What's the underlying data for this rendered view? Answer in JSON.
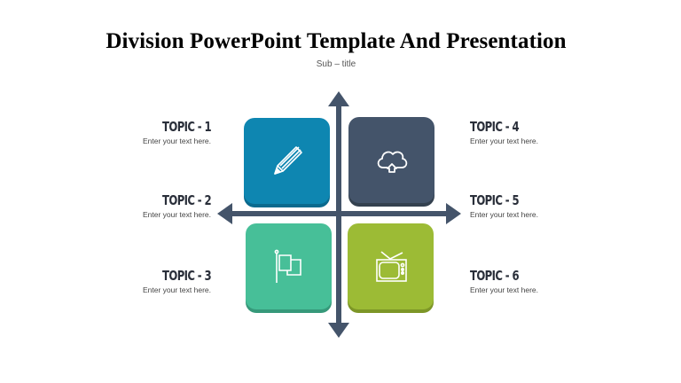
{
  "slide": {
    "title": "Division PowerPoint Template And Presentation",
    "subtitle": "Sub – title"
  },
  "colors": {
    "arrow": "#44546a",
    "box_blue": "#0e86b1",
    "box_dark": "#44546a",
    "box_green": "#47bf98",
    "box_lime": "#9cbb35",
    "topic_heading": "#2a2f3a",
    "topic_text": "#444444"
  },
  "boxes": [
    {
      "position": "top-left",
      "icon": "pencil-icon"
    },
    {
      "position": "top-right",
      "icon": "cloud-upload-icon"
    },
    {
      "position": "bottom-left",
      "icon": "flag-icon"
    },
    {
      "position": "bottom-right",
      "icon": "television-icon"
    }
  ],
  "topics": [
    {
      "title": "TOPIC - 1",
      "text": "Enter your text here."
    },
    {
      "title": "TOPIC - 2",
      "text": "Enter your text here."
    },
    {
      "title": "TOPIC - 3",
      "text": "Enter your text here."
    },
    {
      "title": "TOPIC - 4",
      "text": "Enter your text here."
    },
    {
      "title": "TOPIC - 5",
      "text": "Enter your text here."
    },
    {
      "title": "TOPIC - 6",
      "text": "Enter your text here."
    }
  ]
}
